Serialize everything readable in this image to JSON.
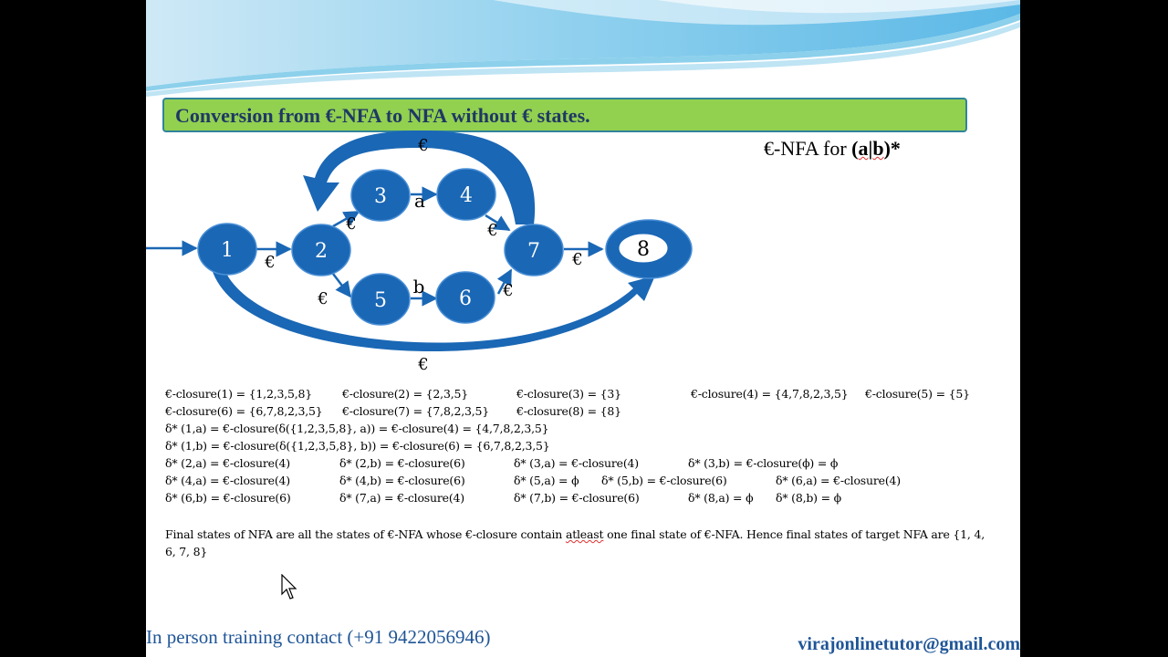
{
  "slide": {
    "title": "Conversion from €-NFA to NFA without € states.",
    "subtitle_prefix": "€-NFA  for ",
    "subtitle_open": "(",
    "subtitle_a": "a",
    "subtitle_bar": "|",
    "subtitle_b": "b",
    "subtitle_close": ")*"
  },
  "diagram": {
    "states": [
      {
        "id": "1",
        "label": "1",
        "final": false
      },
      {
        "id": "2",
        "label": "2",
        "final": false
      },
      {
        "id": "3",
        "label": "3",
        "final": false
      },
      {
        "id": "4",
        "label": "4",
        "final": false
      },
      {
        "id": "5",
        "label": "5",
        "final": false
      },
      {
        "id": "6",
        "label": "6",
        "final": false
      },
      {
        "id": "7",
        "label": "7",
        "final": false
      },
      {
        "id": "8",
        "label": "8",
        "final": true
      }
    ],
    "transitions": [
      {
        "from": "1",
        "to": "2",
        "label": "€"
      },
      {
        "from": "2",
        "to": "3",
        "label": "€"
      },
      {
        "from": "2",
        "to": "5",
        "label": "€"
      },
      {
        "from": "3",
        "to": "4",
        "label": "a"
      },
      {
        "from": "5",
        "to": "6",
        "label": "b"
      },
      {
        "from": "4",
        "to": "7",
        "label": "€"
      },
      {
        "from": "6",
        "to": "7",
        "label": "€"
      },
      {
        "from": "7",
        "to": "8",
        "label": "€"
      },
      {
        "from": "7",
        "to": "2",
        "label": "€"
      },
      {
        "from": "1",
        "to": "8",
        "label": "€"
      }
    ]
  },
  "closures": {
    "row1": [
      "€-closure(1) = {1,2,3,5,8}",
      "€-closure(2) = {2,3,5}",
      "€-closure(3) = {3}",
      "€-closure(4) = {4,7,8,2,3,5}",
      "€-closure(5) = {5}"
    ],
    "row2": [
      "€-closure(6) = {6,7,8,2,3,5}",
      "€-closure(7) = {7,8,2,3,5}",
      "€-closure(8) = {8}"
    ],
    "row3": "δ* (1,a) = €-closure(δ({1,2,3,5,8}, a)) = €-closure(4) = {4,7,8,2,3,5}",
    "row4": "δ* (1,b) = €-closure(δ({1,2,3,5,8}, b)) = €-closure(6) = {6,7,8,2,3,5}",
    "row5": [
      "δ* (2,a) = €-closure(4)",
      "δ* (2,b) = €-closure(6)",
      "δ* (3,a) = €-closure(4)",
      "δ* (3,b) = €-closure(ϕ) = ϕ"
    ],
    "row6": [
      "δ* (4,a) = €-closure(4)",
      "δ* (4,b) = €-closure(6)",
      "δ* (5,a) = ϕ",
      "δ* (5,b) = €-closure(6)",
      "δ* (6,a) = €-closure(4)"
    ],
    "row7": [
      "δ* (6,b) = €-closure(6)",
      "δ* (7,a) = €-closure(4)",
      "δ* (7,b) = €-closure(6)",
      "δ* (8,a) = ϕ",
      "δ* (8,b) = ϕ"
    ]
  },
  "final_states": {
    "part1": "Final states of NFA are all the states of €-NFA whose €-closure contain ",
    "part2": "atleast",
    "part3": " one final state of €-NFA. Hence final states of target NFA are {1, 4, 6, 7, 8}"
  },
  "footer": {
    "contact": "In person training contact (+91 9422056946)",
    "email": "virajonlinetutor@gmail.com"
  },
  "colors": {
    "state_fill": "#1a67b5",
    "title_fill": "#92d050",
    "footer_text": "#1f5597"
  }
}
